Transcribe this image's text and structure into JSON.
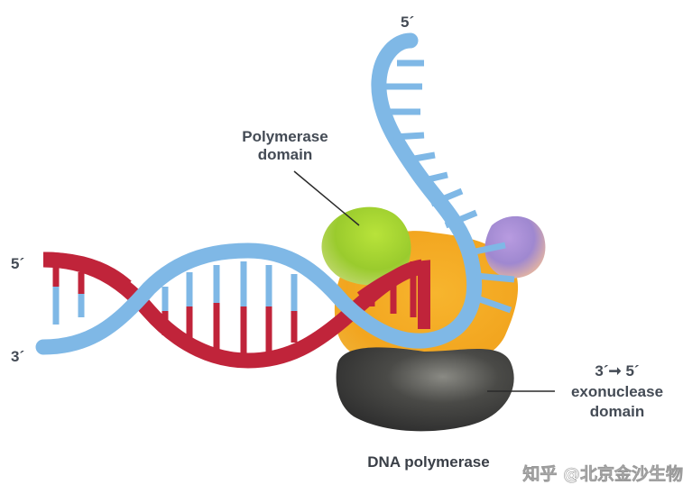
{
  "labels": {
    "top_five_prime": "5´",
    "left_five_prime": "5´",
    "left_three_prime": "3´",
    "polymerase_domain_line1": "Polymerase",
    "polymerase_domain_line2": "domain",
    "exo_line1": "3´➞ 5´",
    "exo_line2": "exonuclease",
    "exo_line3": "domain",
    "enzyme_title": "DNA polymerase",
    "watermark": "知乎 @北京金沙生物"
  },
  "colors": {
    "strand_blue": "#7fb8e6",
    "strand_red": "#c0243a",
    "enzyme_orange": "#f4ab27",
    "polymerase_green": "#9ccc2c",
    "exo_purple": "#a88ed6",
    "exo_dark": "#3b3b3b",
    "label_text": "#444b55"
  }
}
